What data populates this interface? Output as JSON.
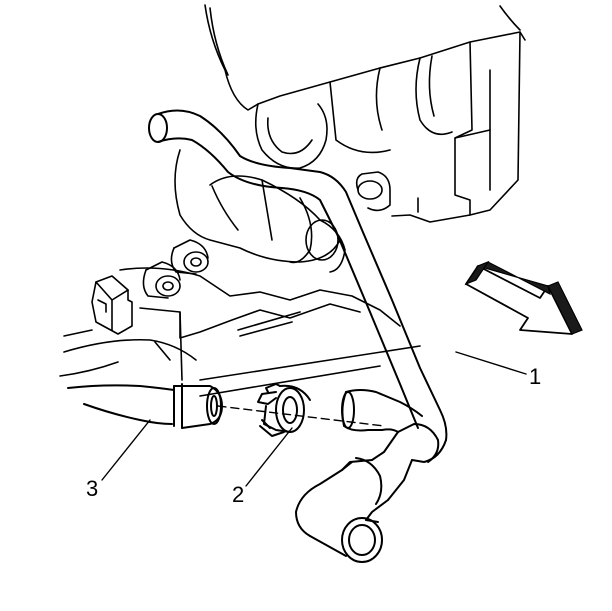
{
  "callouts": {
    "one": "1",
    "two": "2",
    "three": "3"
  },
  "parts": {
    "one": "hose-assembly",
    "two": "hose-clamp",
    "three": "heater-hose"
  },
  "direction_arrow": "front-direction-arrow-icon",
  "colors": {
    "ink": "#000000",
    "paper": "#ffffff",
    "arrow-dark": "#1a1a1a"
  }
}
